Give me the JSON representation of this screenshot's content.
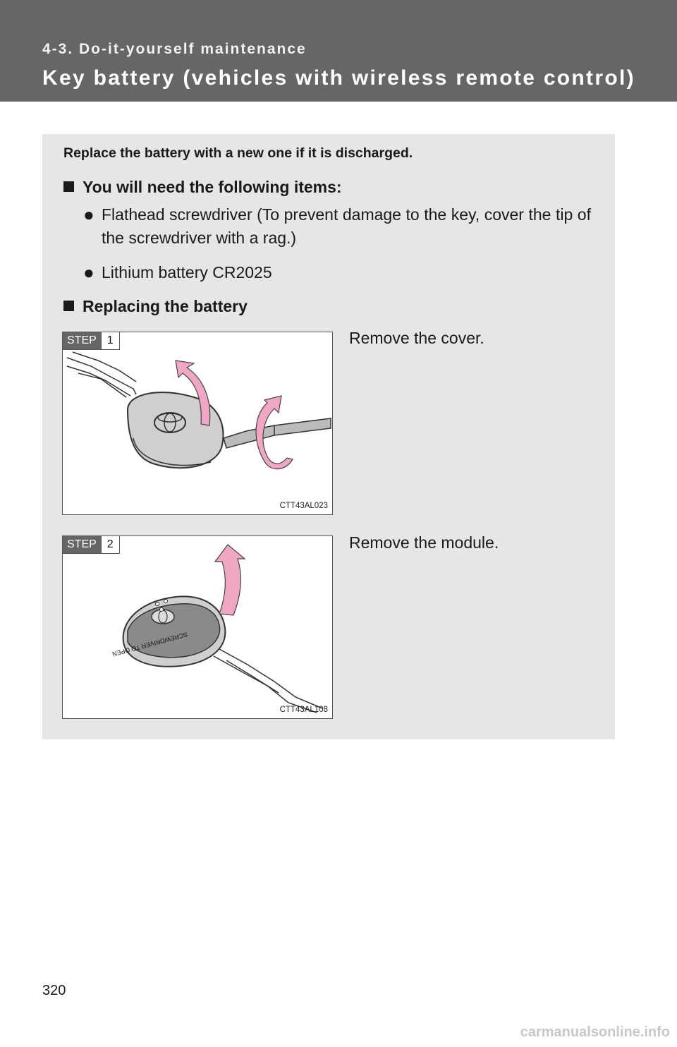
{
  "header": {
    "section": "4-3. Do-it-yourself maintenance",
    "title": "Key battery (vehicles with wireless remote control)"
  },
  "intro": "Replace the battery with a new one if it is discharged.",
  "items": {
    "heading": "You will need the following items:",
    "bullets": [
      "Flathead screwdriver (To prevent damage to the key, cover the tip of the screwdriver with a rag.)",
      "Lithium battery CR2025"
    ]
  },
  "replacing": {
    "heading": "Replacing the battery",
    "steps": [
      {
        "label": "STEP",
        "number": "1",
        "text": "Remove the cover.",
        "figure_code": "CTT43AL023"
      },
      {
        "label": "STEP",
        "number": "2",
        "text": "Remove the module.",
        "figure_code": "CTT43AL108"
      }
    ]
  },
  "module_label": "SCREWDRIVER TO OPEN",
  "page_number": "320",
  "watermark": "carmanualsonline.info",
  "colors": {
    "header": "#666666",
    "panel": "#e6e6e6",
    "arrow": "#f2a6c6"
  }
}
